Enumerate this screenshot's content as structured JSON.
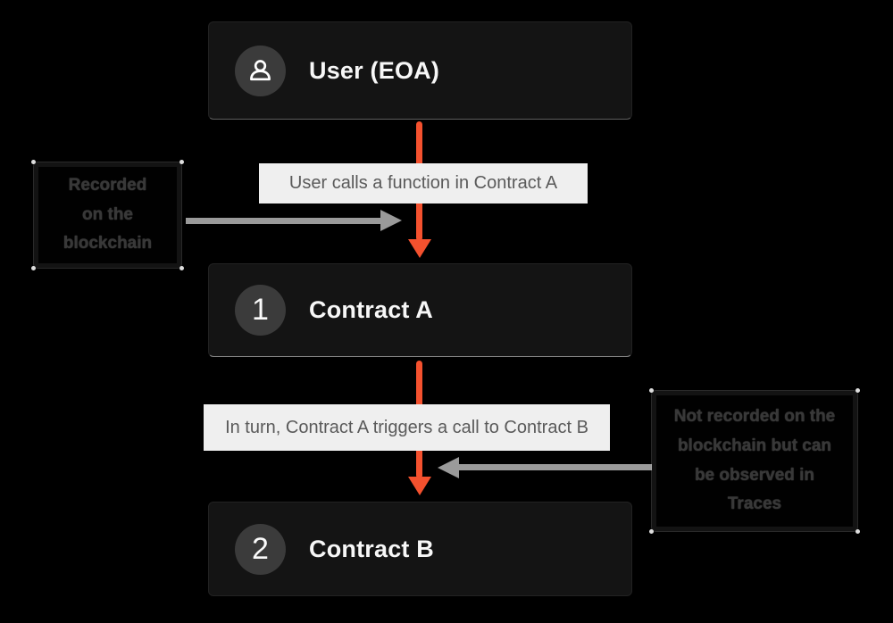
{
  "diagram": {
    "nodes": {
      "user": {
        "title": "User (EOA)",
        "icon": "user-icon"
      },
      "contract_a": {
        "number": "1",
        "title": "Contract A"
      },
      "contract_b": {
        "number": "2",
        "title": "Contract B"
      }
    },
    "flow_labels": {
      "call_1": "User calls a function in Contract A",
      "call_2": "In turn, Contract A triggers a call to Contract B"
    },
    "notes": {
      "left": {
        "lines": [
          "Recorded",
          "on the",
          "blockchain"
        ]
      },
      "right": {
        "lines": [
          "Not recorded on the",
          "blockchain but can",
          "be observed in",
          "Traces"
        ]
      }
    },
    "colors": {
      "accent_orange": "#F4512E",
      "arrow_gray": "#9A9A9A",
      "node_bg": "#141414",
      "badge_bg": "#3B3B3B",
      "label_bg": "#EFEFEF",
      "label_text": "#5A5A5A",
      "background": "#000000"
    }
  }
}
